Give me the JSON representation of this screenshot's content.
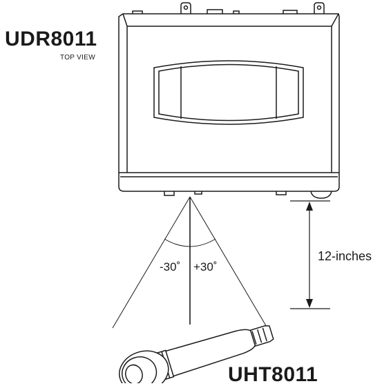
{
  "receiver": {
    "model": "UDR8011",
    "view": "TOP VIEW"
  },
  "transmitter": {
    "model": "UHT8011"
  },
  "angles": {
    "left": "-30˚",
    "right": "+30˚"
  },
  "distance": {
    "label": "12-inches"
  }
}
